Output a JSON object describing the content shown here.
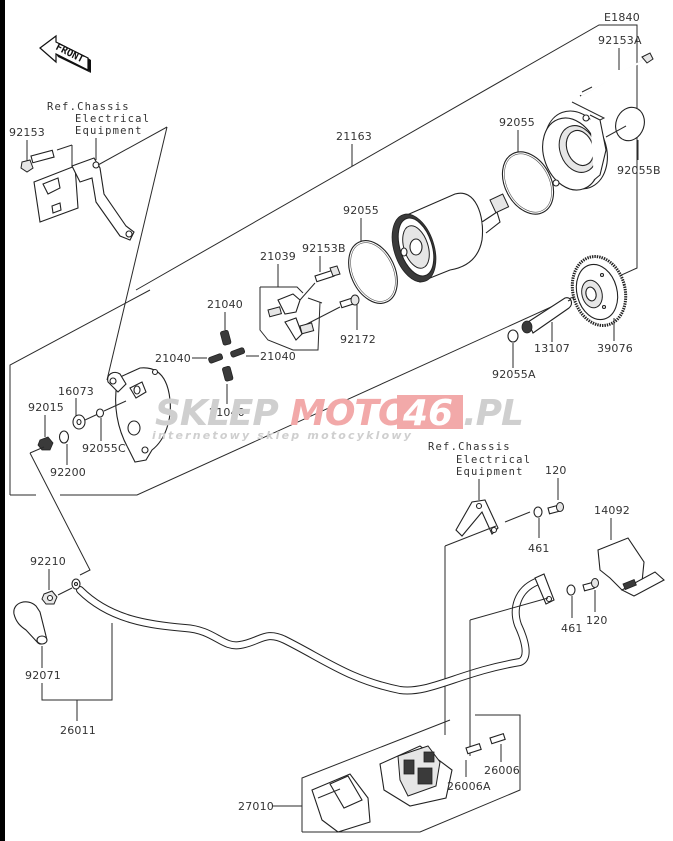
{
  "diagram": {
    "code": "E1840",
    "front_label": "FRONT",
    "ref_notes": [
      {
        "line1": "Ref.Chassis",
        "line2": "Electrical",
        "line3": "Equipment"
      },
      {
        "line1": "Ref.Chassis",
        "line2": "Electrical",
        "line3": "Equipment"
      }
    ],
    "parts": {
      "p92153": "92153",
      "p92153A": "92153A",
      "p21163": "21163",
      "p92055_top": "92055",
      "p92055B": "92055B",
      "p92055_mid": "92055",
      "p92153B": "92153B",
      "p21039": "21039",
      "p21040_a": "21040",
      "p21040_b": "21040",
      "p21040_c": "21040",
      "p21040_d": "21040",
      "p92172": "92172",
      "p13107": "13107",
      "p39076": "39076",
      "p92055A": "92055A",
      "p16073": "16073",
      "p92015": "92015",
      "p92055C": "92055C",
      "p92200": "92200",
      "p120_a": "120",
      "p120_b": "120",
      "p461_a": "461",
      "p461_b": "461",
      "p14092": "14092",
      "p92210": "92210",
      "p92071": "92071",
      "p26011": "26011",
      "p27010": "27010",
      "p26006": "26006",
      "p26006A": "26006A"
    }
  },
  "watermark": {
    "part1": "SKLEP",
    "part2": "MOTO",
    "part3": "46",
    "part4": ".PL",
    "tagline": "internetowy sklep motocyklowy"
  }
}
